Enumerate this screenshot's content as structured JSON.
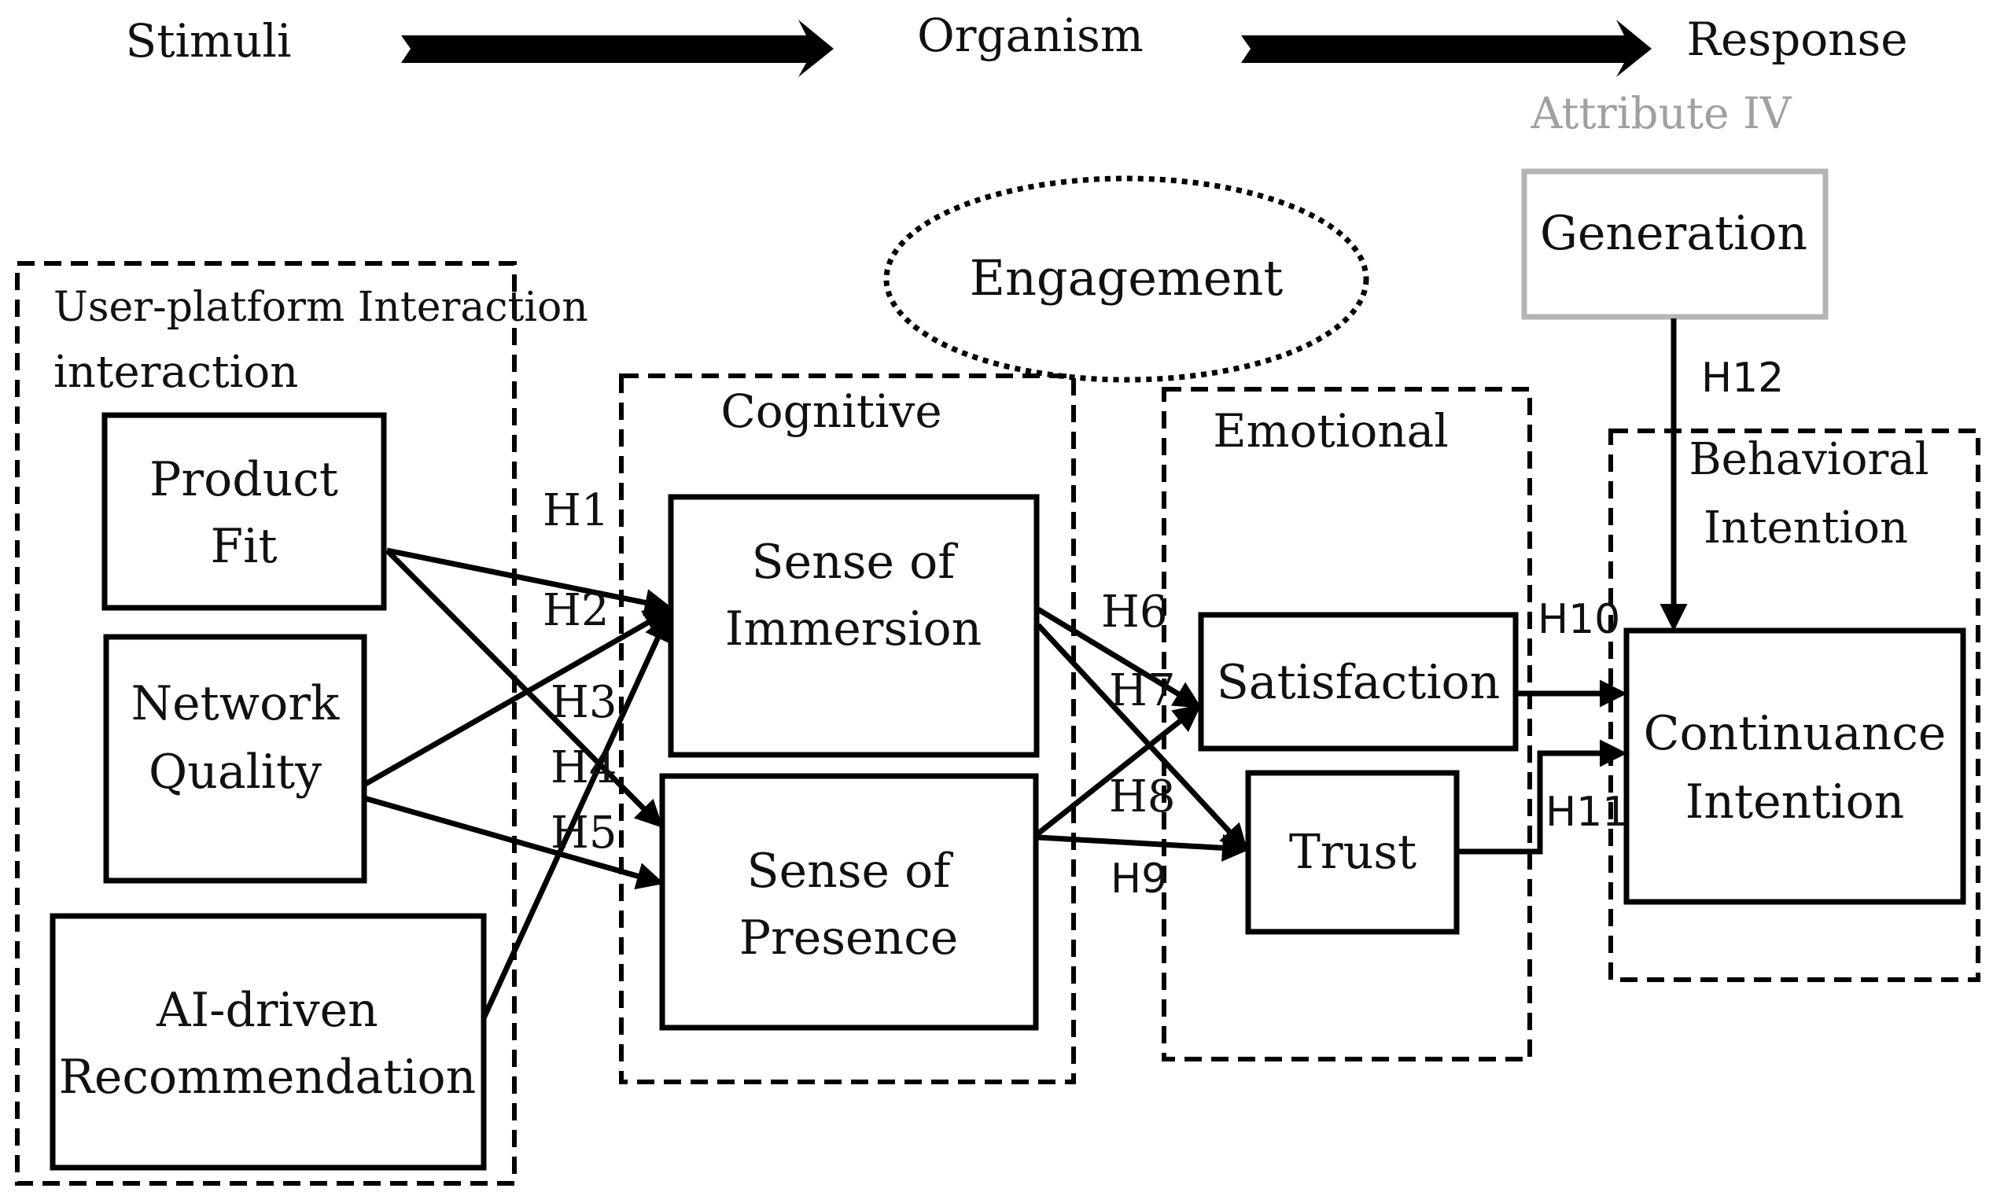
{
  "flow": {
    "stimuli": "Stimuli",
    "organism": "Organism",
    "response": "Response"
  },
  "attribute_label": "Attribute IV",
  "groups": {
    "interaction": {
      "line1": "User-platform Interaction",
      "line2": "interaction"
    },
    "cognitive": "Cognitive",
    "emotional": "Emotional",
    "behavioral": {
      "line1": "Behavioral",
      "line2": "Intention"
    }
  },
  "engagement": "Engagement",
  "nodes": {
    "product_fit": [
      "Product",
      "Fit"
    ],
    "network_quality": [
      "Network",
      "Quality"
    ],
    "ai_recommendation": [
      "AI-driven",
      "Recommendation"
    ],
    "immersion": [
      "Sense of",
      "Immersion"
    ],
    "presence": [
      "Sense of",
      "Presence"
    ],
    "satisfaction": [
      "Satisfaction"
    ],
    "trust": [
      "Trust"
    ],
    "continuance": [
      "Continuance",
      "Intention"
    ],
    "generation": [
      "Generation"
    ]
  },
  "hypotheses": {
    "h1": "H1",
    "h2": "H2",
    "h3": "H3",
    "h4": "H4",
    "h5": "H5",
    "h6": "H6",
    "h7": "H7",
    "h8": "H8",
    "h9": "H9",
    "h10": "H10",
    "h11": "H11",
    "h12": "H12"
  },
  "colors": {
    "line": "#000000",
    "attribute_gray": "#a0a0a0"
  }
}
